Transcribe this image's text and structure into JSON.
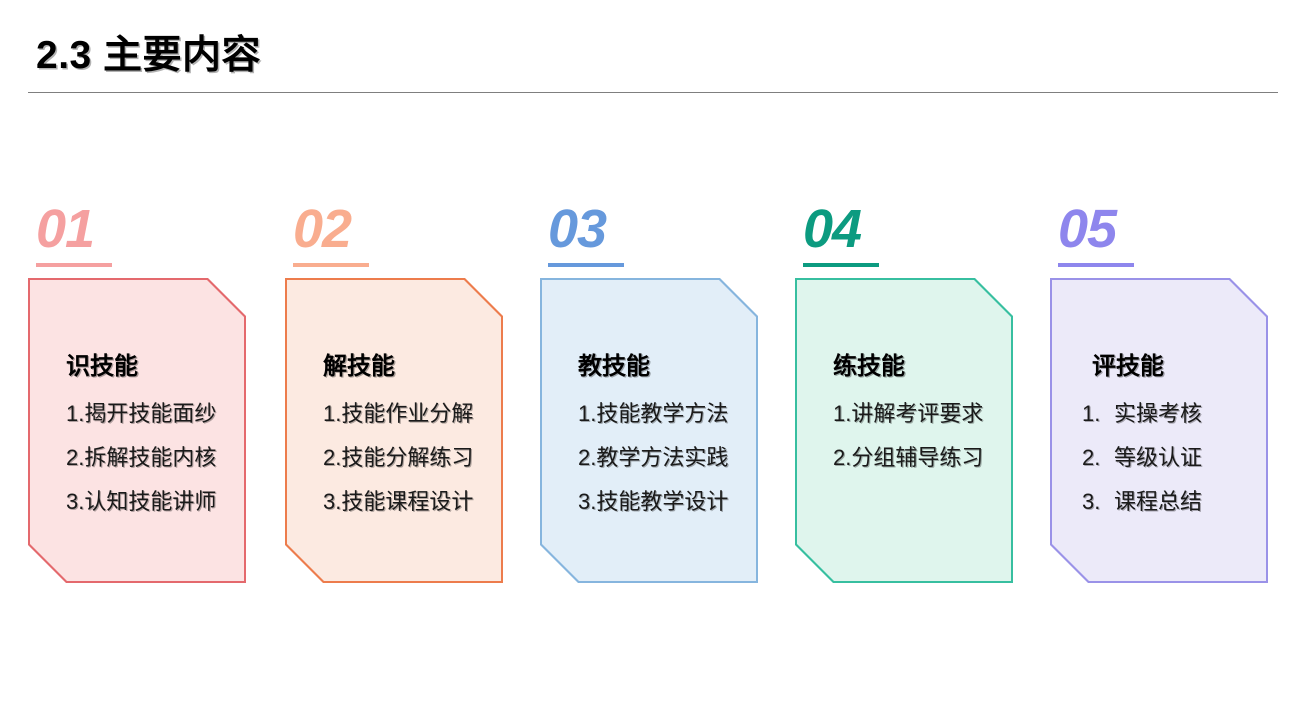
{
  "slide": {
    "title": "2.3 主要内容",
    "background": "#ffffff",
    "rule_color": "#7f7f7f"
  },
  "cards": [
    {
      "number": "01",
      "heading": "识技能",
      "number_color": "#f5a0a0",
      "fill_color": "#fce3e3",
      "border_color": "#e4696d",
      "items": [
        {
          "num": "1.",
          "text": "揭开技能面纱"
        },
        {
          "num": "2.",
          "text": "拆解技能内核"
        },
        {
          "num": "3.",
          "text": "认知技能讲师"
        }
      ]
    },
    {
      "number": "02",
      "heading": "解技能",
      "number_color": "#f9ad8f",
      "fill_color": "#fceae1",
      "border_color": "#ed7c4c",
      "items": [
        {
          "num": "1.",
          "text": "技能作业分解"
        },
        {
          "num": "2.",
          "text": "技能分解练习"
        },
        {
          "num": "3.",
          "text": "技能课程设计"
        }
      ]
    },
    {
      "number": "03",
      "heading": "教技能",
      "number_color": "#6699dc",
      "fill_color": "#e2eef8",
      "border_color": "#86b5de",
      "items": [
        {
          "num": "1.",
          "text": "技能教学方法"
        },
        {
          "num": "2.",
          "text": "教学方法实践"
        },
        {
          "num": "3.",
          "text": "技能教学设计"
        }
      ]
    },
    {
      "number": "04",
      "heading": "练技能",
      "number_color": "#0c9b80",
      "fill_color": "#dff5ed",
      "border_color": "#37bfa0",
      "items": [
        {
          "num": "1.",
          "text": "讲解考评要求"
        },
        {
          "num": "2.",
          "text": "分组辅导练习"
        }
      ]
    },
    {
      "number": "05",
      "heading": "评技能",
      "number_color": "#8e86ed",
      "fill_color": "#eceaf9",
      "border_color": "#9a92e8",
      "items": [
        {
          "num": "1.",
          "text": "实操考核"
        },
        {
          "num": "2.",
          "text": "等级认证"
        },
        {
          "num": "3.",
          "text": "课程总结"
        }
      ]
    }
  ]
}
